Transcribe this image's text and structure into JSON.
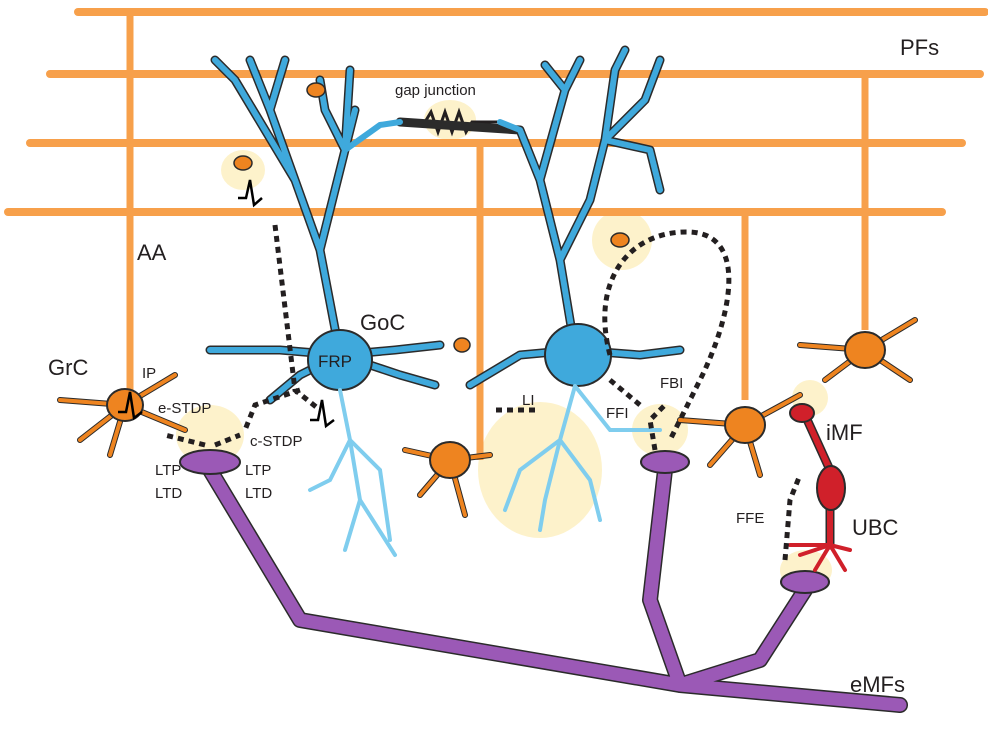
{
  "labels": {
    "pfs": "PFs",
    "gap_junction": "gap junction",
    "aa": "AA",
    "goc": "GoC",
    "frp": "FRP",
    "grc": "GrC",
    "ip": "IP",
    "e_stdp": "e-STDP",
    "c_stdp": "c-STDP",
    "ltp_left": "LTP",
    "ltd_left": "LTD",
    "ltp_right": "LTP",
    "ltd_right": "LTD",
    "li": "LI",
    "fbi": "FBI",
    "ffi": "FFI",
    "imf": "iMF",
    "ffe": "FFE",
    "ubc": "UBC",
    "emfs": "eMFs"
  },
  "colors": {
    "parallel_fiber": "#f7a04b",
    "granule_cell": "#ee8420",
    "golgi_cell": "#3fa9dc",
    "golgi_axon": "#7fcdee",
    "mossy_fiber": "#9b59b6",
    "ubc": "#d0202a",
    "synapse_halo": "#fdf0c2"
  }
}
